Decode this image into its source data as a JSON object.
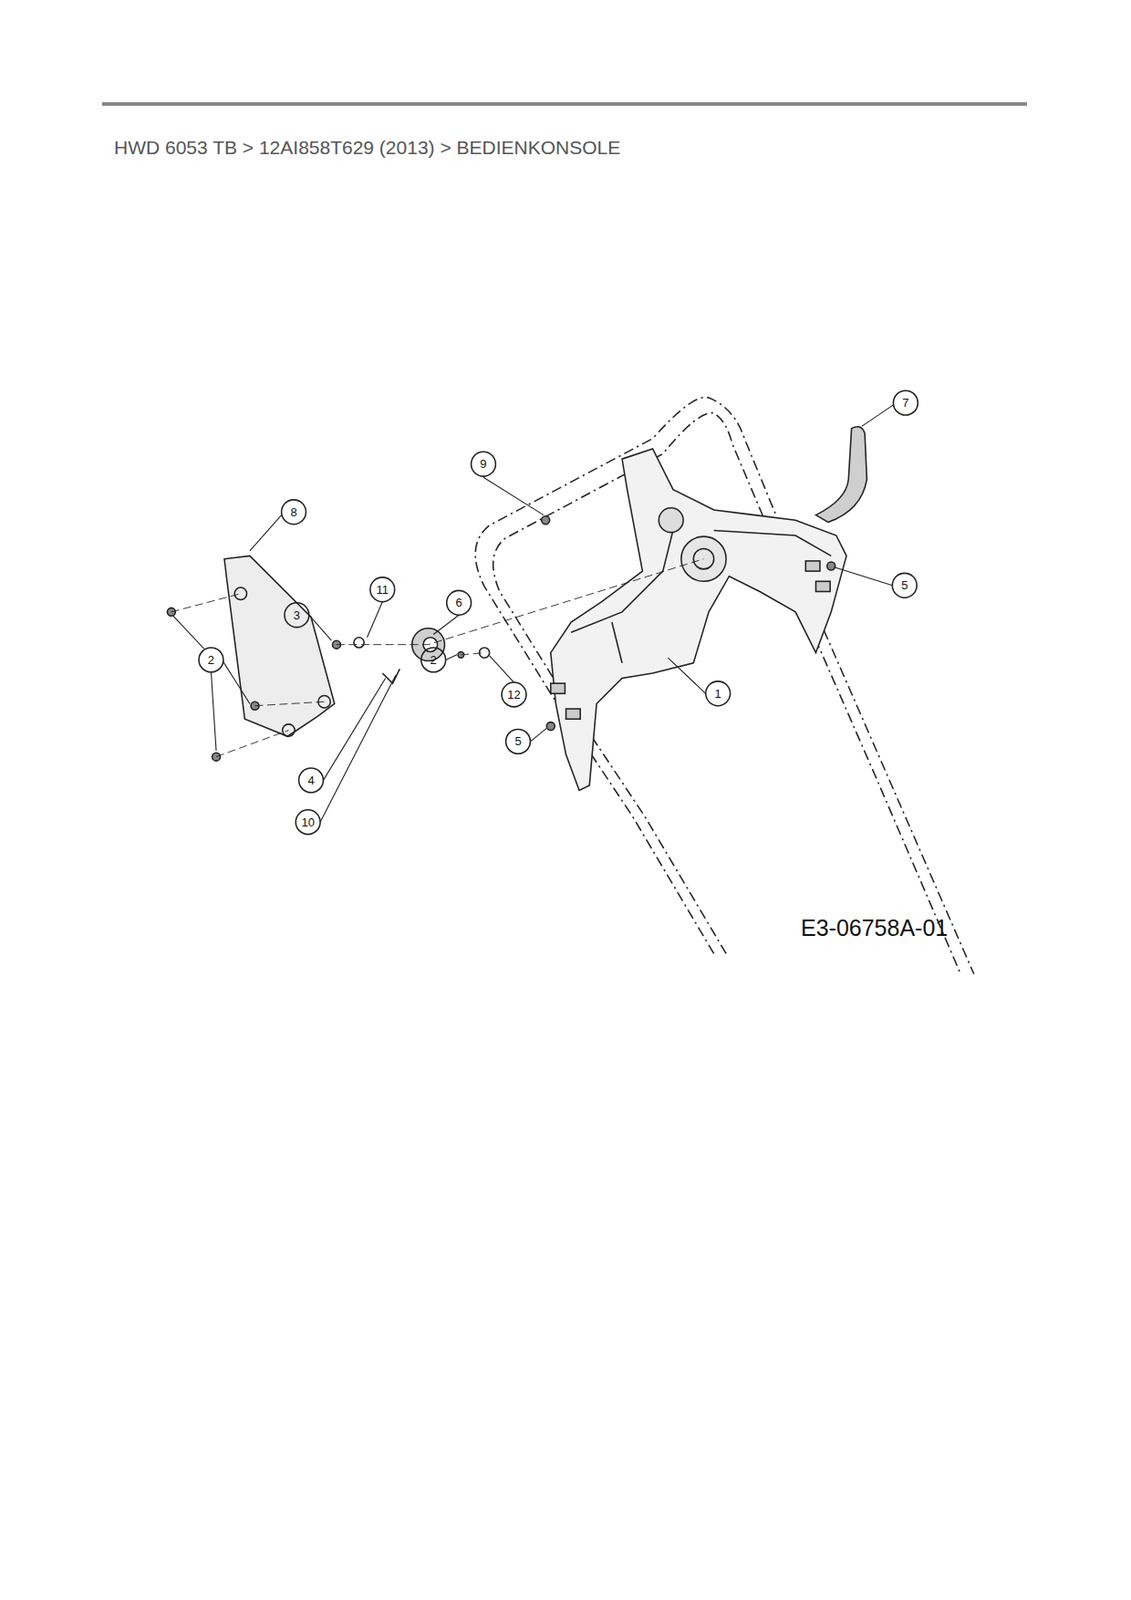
{
  "diagram": {
    "title": "HWD 6053 TB  >  12AI858T629 (2013)  >  BEDIENKONSOLE",
    "caption": "E3-06758A-01",
    "labels": [
      "7",
      "9",
      "8",
      "11",
      "6",
      "3",
      "5",
      "2",
      "2",
      "12",
      "1",
      "5",
      "4",
      "10"
    ]
  }
}
